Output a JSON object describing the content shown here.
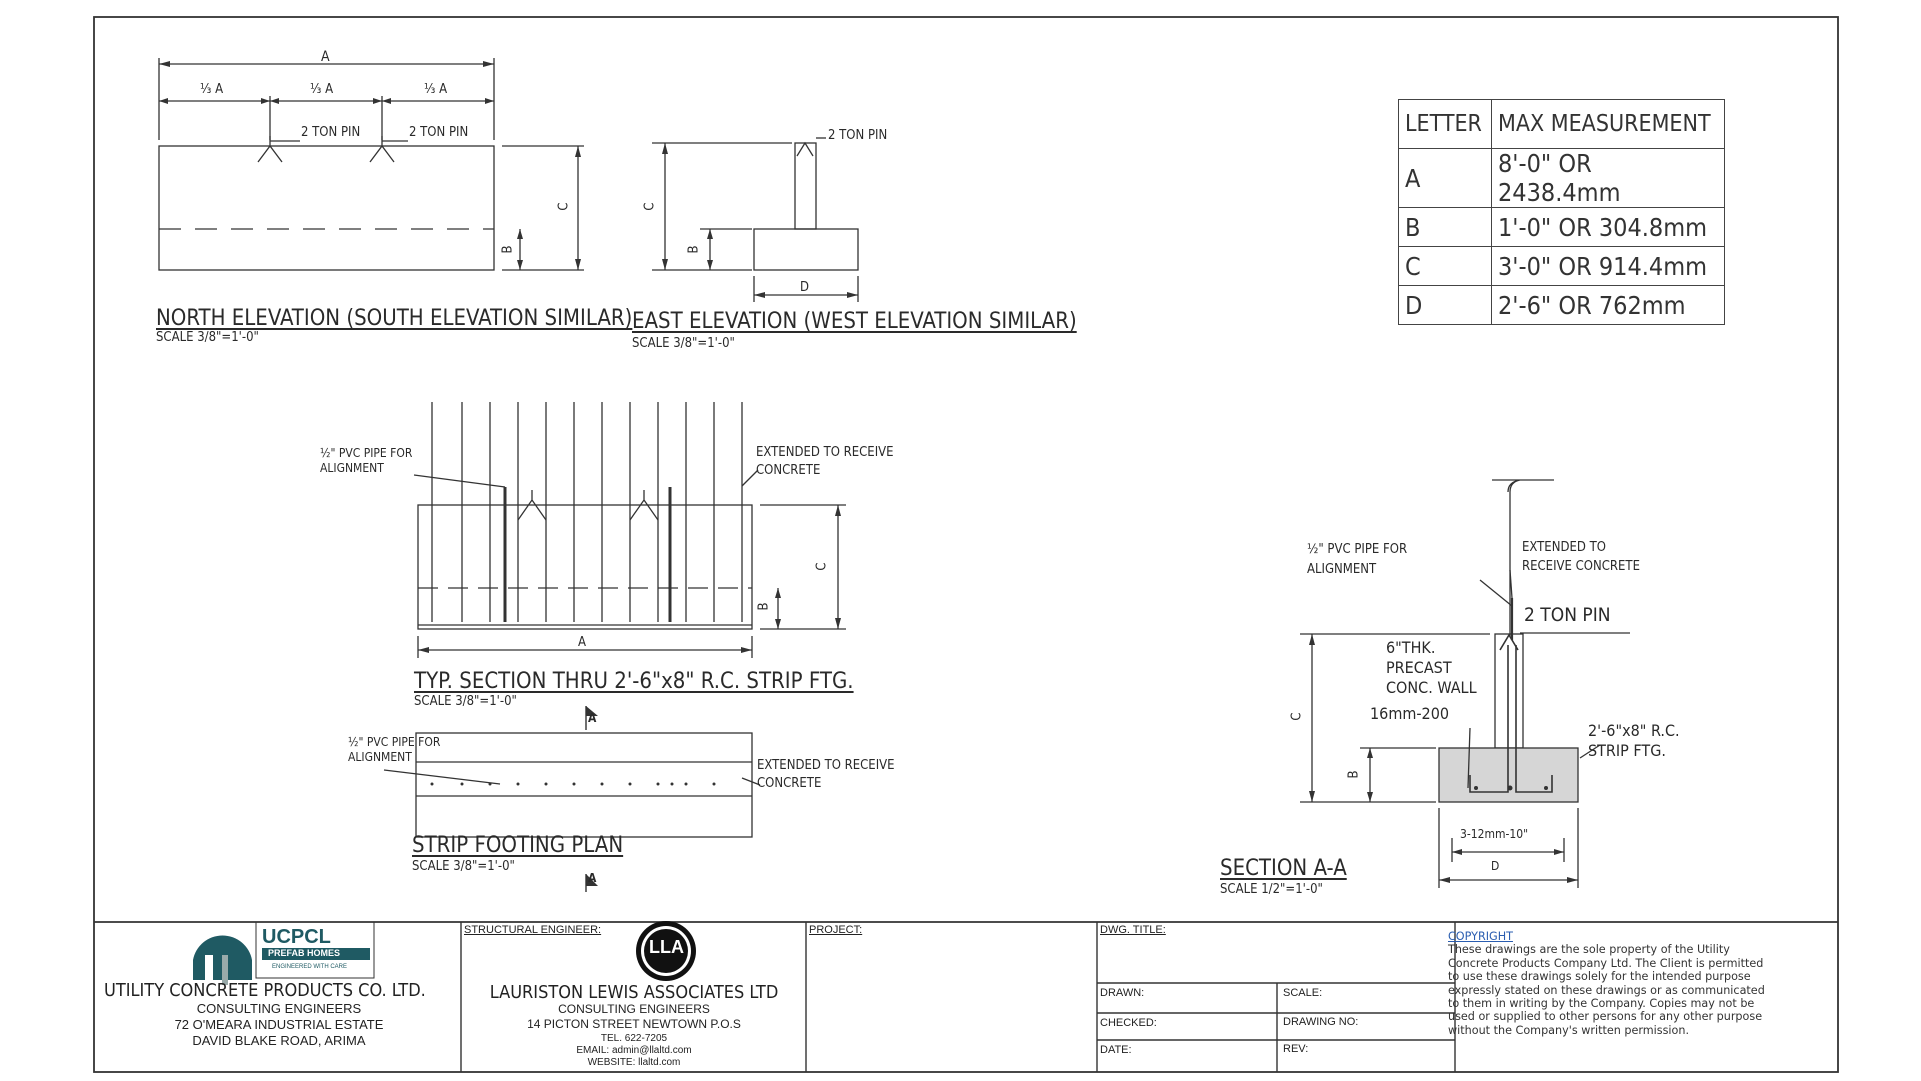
{
  "north_elevation": {
    "title": "NORTH ELEVATION (SOUTH ELEVATION SIMILAR)",
    "scale": "SCALE 3/8\"=1'-0\"",
    "dim_a": "A",
    "dim_third_a": "A",
    "pin_label": "2 TON PIN",
    "dim_b": "B",
    "dim_c": "C"
  },
  "east_elevation": {
    "title": "EAST ELEVATION (WEST ELEVATION SIMILAR)",
    "scale": "SCALE 3/8\"=1'-0\"",
    "pin_label": "2 TON PIN",
    "dim_b": "B",
    "dim_c": "C",
    "dim_d": "D"
  },
  "measurement_table": {
    "header_letter": "LETTER",
    "header_max": "MAX MEASUREMENT",
    "rows": [
      {
        "letter": "A",
        "value": "8'-0\" OR 2438.4mm"
      },
      {
        "letter": "B",
        "value": "1'-0\" OR 304.8mm"
      },
      {
        "letter": "C",
        "value": "3'-0\" OR 914.4mm"
      },
      {
        "letter": "D",
        "value": "2'-6\" OR 762mm"
      }
    ]
  },
  "typ_section": {
    "title": "TYP. SECTION THRU 2'-6\"x8\" R.C. STRIP FTG.",
    "scale": "SCALE 3/8\"=1'-0\"",
    "pvc_note_1": "\" PVC PIPE FOR",
    "pvc_note_2": "ALIGNMENT",
    "ext_note_1": "EXTENDED TO RECEIVE",
    "ext_note_2": "CONCRETE",
    "dim_a": "A",
    "dim_b": "B",
    "dim_c": "C"
  },
  "strip_plan": {
    "title": "STRIP FOOTING PLAN",
    "scale": "SCALE 3/8\"=1'-0\"",
    "pvc_note_1": "\" PVC PIPE FOR",
    "pvc_note_2": "ALIGNMENT",
    "ext_note_1": "EXTENDED TO RECEIVE",
    "ext_note_2": "CONCRETE",
    "section_mark": "A"
  },
  "section_aa": {
    "title": "SECTION A-A",
    "scale": "SCALE 1/2\"=1'-0\"",
    "pvc_note_1": "\" PVC PIPE FOR",
    "pvc_note_2": "ALIGNMENT",
    "ext_note_1": "EXTENDED TO",
    "ext_note_2": "RECEIVE CONCRETE",
    "pin_label": "2 TON PIN",
    "wall_note_1": "6\"THK.",
    "wall_note_2": "PRECAST",
    "wall_note_3": "CONC. WALL",
    "rebar_note": "16mm-200",
    "ftg_note_1": "2'-6\"x8\" R.C.",
    "ftg_note_2": "STRIP FTG.",
    "bottom_bars": "3-12mm-10\"",
    "dim_b": "B",
    "dim_c": "C",
    "dim_d": "D"
  },
  "title_block": {
    "company": {
      "logo_text": "UCPCL",
      "logo_sub": "PREFAB HOMES",
      "logo_tag": "ENGINEERED WITH CARE",
      "name": "UTILITY CONCRETE PRODUCTS CO. LTD.",
      "line1": "CONSULTING ENGINEERS",
      "line2": "72 O'MEARA INDUSTRIAL ESTATE",
      "line3": "DAVID BLAKE ROAD, ARIMA"
    },
    "engineer": {
      "label": "STRUCTURAL ENGINEER:",
      "logo_text": "LLA",
      "name": "LAURISTON LEWIS ASSOCIATES LTD",
      "line1": "CONSULTING ENGINEERS",
      "line2": "14 PICTON STREET NEWTOWN P.O.S",
      "line3": "TEL. 622-7205",
      "line4": "EMAIL: admin@llaltd.com",
      "line5": "WEBSITE: llaltd.com"
    },
    "project_label": "PROJECT:",
    "dwg_title_label": "DWG. TITLE:",
    "drawn_label": "DRAWN:",
    "scale_label": "SCALE:",
    "checked_label": "CHECKED:",
    "drawing_no_label": "DRAWING NO:",
    "date_label": "DATE:",
    "rev_label": "REV:",
    "copyright_title": "COPYRIGHT",
    "copyright_text": "These drawings are the sole property of the Utility Concrete Products Company Ltd. The Client is permitted to use these drawings solely for the intended purpose expressly stated on these drawings or as communicated to them in writing by the Company. Copies may not be used or supplied to other persons for any other purpose without the Company's written permission."
  },
  "colors": {
    "line": "#333333",
    "copyright_title": "#2a5db0",
    "logo_teal": "#1f5a63",
    "footing_fill": "#d6d6d6"
  }
}
